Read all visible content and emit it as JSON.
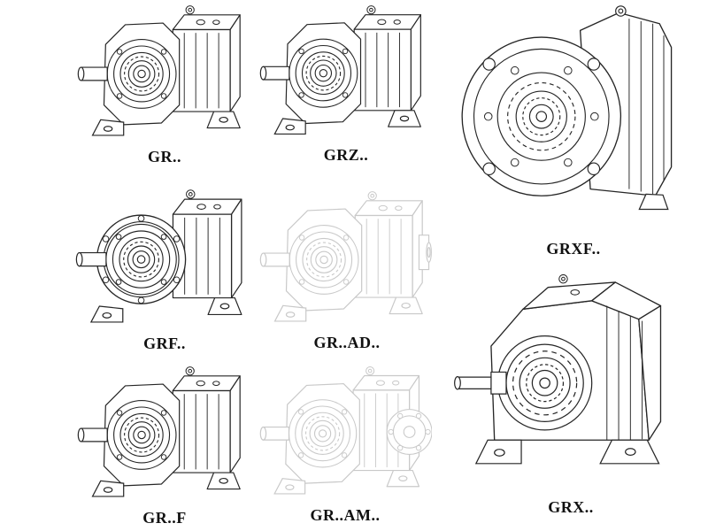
{
  "page": {
    "background_color": "#ffffff"
  },
  "colors": {
    "line": "#262626",
    "line_light": "#c9c9c9",
    "label_text": "#111111"
  },
  "items": [
    {
      "id": "gr",
      "label": "GR..",
      "drawing": "foot-mounted-reducer",
      "style": "solid"
    },
    {
      "id": "grz",
      "label": "GRZ..",
      "drawing": "foot-mounted-reducer",
      "style": "solid"
    },
    {
      "id": "grxf",
      "label": "GRXF..",
      "drawing": "flange-reducer-front-view",
      "style": "solid"
    },
    {
      "id": "grf",
      "label": "GRF..",
      "drawing": "flange-reducer",
      "style": "solid"
    },
    {
      "id": "grad",
      "label": "GR..AD..",
      "drawing": "reducer-with-input-adapter",
      "style": "ghost"
    },
    {
      "id": "grfoot",
      "label": "GR..F",
      "drawing": "foot-mounted-reducer",
      "style": "solid"
    },
    {
      "id": "gram",
      "label": "GR..AM..",
      "drawing": "reducer-with-motor-flange",
      "style": "ghost"
    },
    {
      "id": "grx",
      "label": "GRX..",
      "drawing": "large-foot-mounted-reducer",
      "style": "solid"
    }
  ]
}
